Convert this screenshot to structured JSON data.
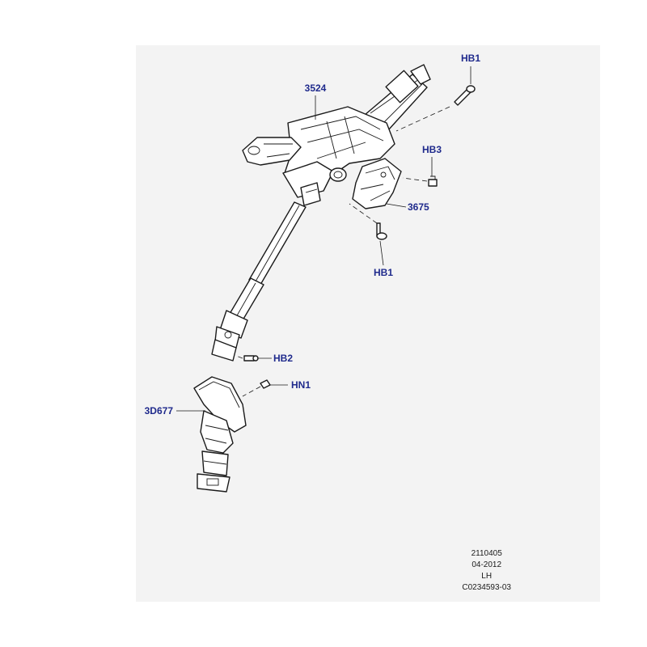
{
  "callouts": {
    "hb1_top": "HB1",
    "p3524": "3524",
    "hb3": "HB3",
    "p3675": "3675",
    "hb1_bottom": "HB1",
    "hb2": "HB2",
    "hn1": "HN1",
    "p3d677": "3D677"
  },
  "meta": {
    "drawing_number": "2110405",
    "date": "04-2012",
    "side": "LH",
    "illustration_code": "C0234593-03"
  },
  "colors": {
    "background": "#f3f3f3",
    "callout_text": "#1f2a8c",
    "line_art": "#1a1a1a"
  }
}
